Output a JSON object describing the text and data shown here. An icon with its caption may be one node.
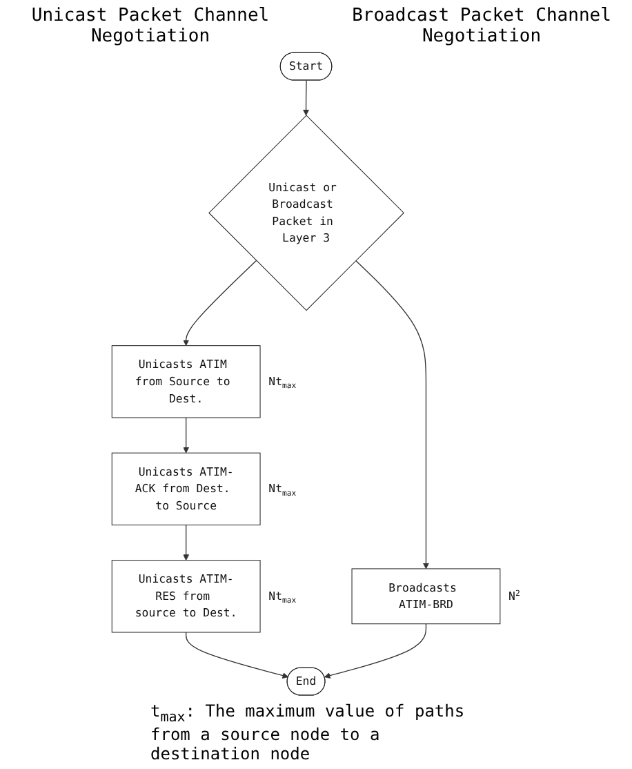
{
  "diagram": {
    "nodes": [
      {
        "text": [
          "Start"
        ]
      },
      {
        "text": [
          "Unicast or Broadcast Packet in Layer 3"
        ]
      },
      {
        "text": [
          "Unicasts ATIM from Source to Dest."
        ],
        "beside": [
          "Nt$_{max}$"
        ]
      },
      {
        "text": [
          "Unicasts ATIM-ACK from Dest. to Source"
        ],
        "beside": [
          "Nt$_{max}$"
        ]
      },
      {
        "text": [
          "Unicasts ATIM-RES from source to Dest."
        ],
        "beside": [
          "Nt$_{max}$"
        ]
      },
      {
        "text": [
          "Broadcasts ATIM-BRD"
        ],
        "beside": [
          "N$^{2}$"
        ]
      },
      {
        "text": [
          "End"
        ]
      }
    ],
    "edges": [
      {
        "from": 0,
        "to": 1,
        "arrow": "to"
      },
      {
        "from": 1,
        "to": 2,
        "arrow": "to"
      },
      {
        "from": 2,
        "to": 3,
        "arrow": "to"
      },
      {
        "from": 3,
        "to": 4,
        "arrow": "to"
      },
      {
        "from": 1,
        "to": 5,
        "arrow": "to"
      },
      {
        "from": 4,
        "to": 6,
        "arrow": "to"
      },
      {
        "from": 5,
        "to": 6,
        "arrow": "to"
      }
    ],
    "labels": [
      "Unicast Packet Channel Negotiation",
      "Broadcast Packet Channel Negotiation",
      "t$_{max}$: The maximum value of paths from a source node to a destination node"
    ]
  }
}
